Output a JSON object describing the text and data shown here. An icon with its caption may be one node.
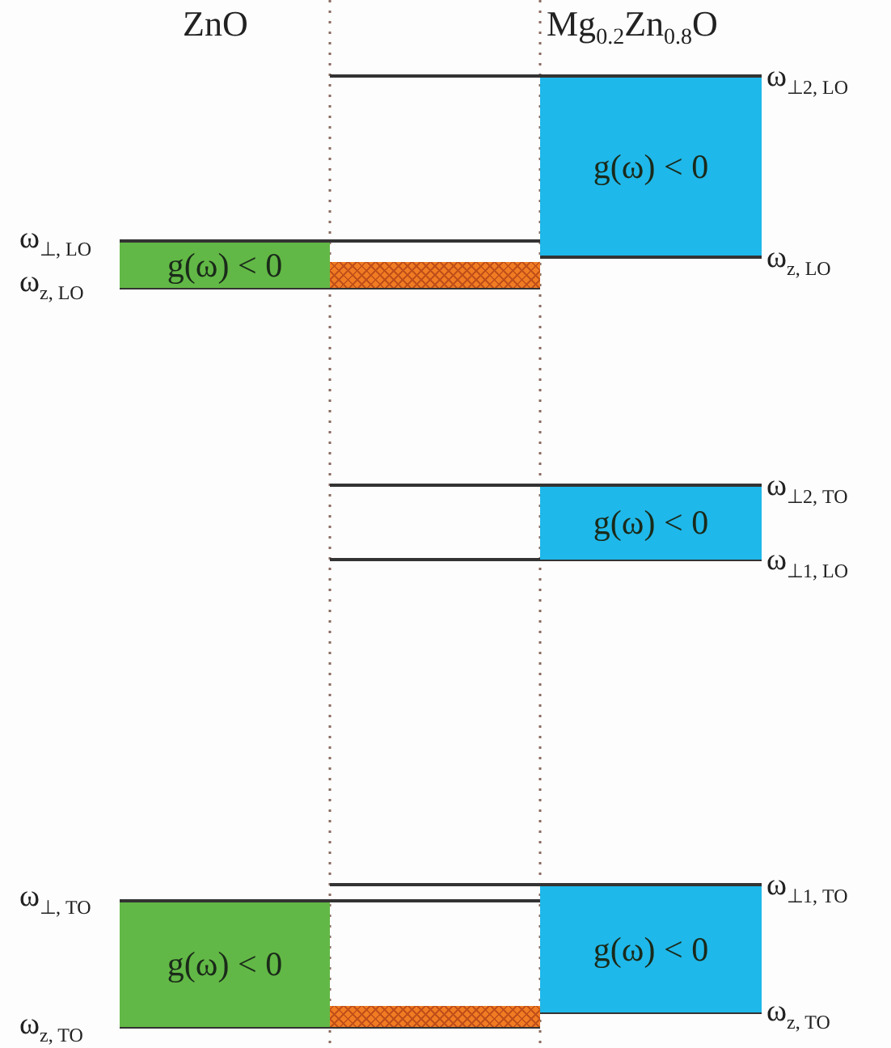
{
  "diagram": {
    "nodes": [
      {
        "text": [
          "g(ω) < 0"
        ]
      },
      {
        "text": [
          "g(ω) < 0"
        ]
      },
      {
        "text": [],
        "shape": "bar"
      },
      {
        "text": [
          "g(ω) < 0"
        ]
      },
      {
        "text": [
          "g(ω) < 0"
        ]
      },
      {
        "text": [
          "g(ω) < 0"
        ]
      },
      {
        "text": [],
        "shape": "bar"
      }
    ],
    "labels": [
      "ZnO",
      "Mg$_{0.2}$Zn$_{0.8}$O",
      "ω$_{⊥2, LO}$",
      "ω$_{⊥, LO}$",
      "ω$_{z, LO}$",
      "ω$_{z, LO}$",
      "ω$_{⊥2, TO}$",
      "ω$_{⊥1, LO}$",
      "ω$_{⊥, TO}$",
      "ω$_{⊥1, TO}$",
      "ω$_{z, TO}$",
      "ω$_{z, TO}$"
    ]
  }
}
